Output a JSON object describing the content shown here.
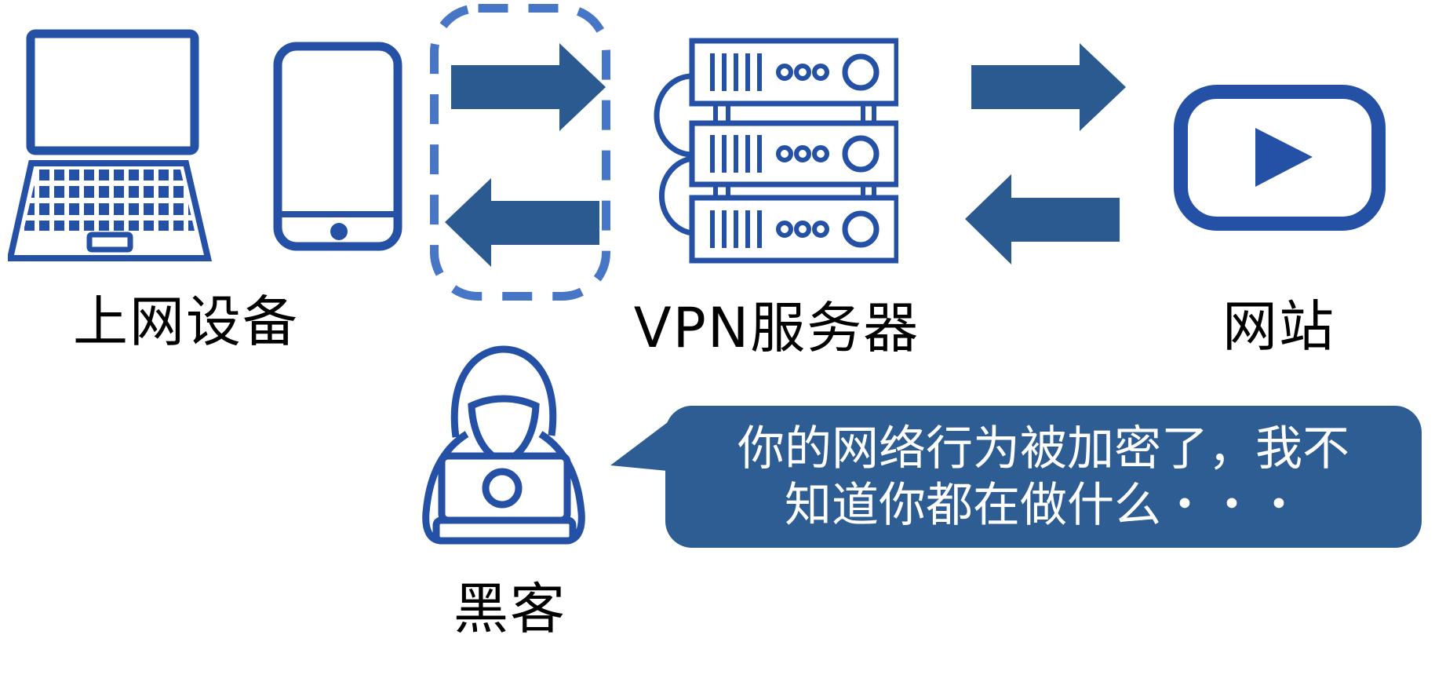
{
  "diagram": {
    "title_hint": "VPN encryption concept diagram",
    "colors": {
      "background": "#ffffff",
      "icon_outline_blue": "#2450A5",
      "arrow_fill_blue": "#2A5A90",
      "dashed_tunnel_blue": "#4876C6",
      "bubble_fill_blue": "#2E5D94",
      "bubble_text": "#ffffff",
      "label_text": "#000000"
    },
    "nodes": {
      "devices": {
        "label": "上网设备",
        "icons": [
          "laptop-icon",
          "smartphone-icon"
        ]
      },
      "vpn_server": {
        "label": "VPN服务器",
        "icon": "server-stack-icon"
      },
      "website": {
        "label": "网站",
        "icon": "video-site-play-icon"
      },
      "hacker": {
        "label": "黑客",
        "icon": "hacker-laptop-icon"
      }
    },
    "encrypted_tunnel": {
      "icon": "dashed-tunnel-box",
      "arrows": [
        "arrow-right-icon",
        "arrow-left-icon"
      ]
    },
    "server_to_website": {
      "arrows": [
        "arrow-right-icon",
        "arrow-left-icon"
      ]
    },
    "speech_bubble": {
      "line1": "你的网络行为被加密了，我不",
      "line2": "知道你都在做什么・・・"
    }
  }
}
